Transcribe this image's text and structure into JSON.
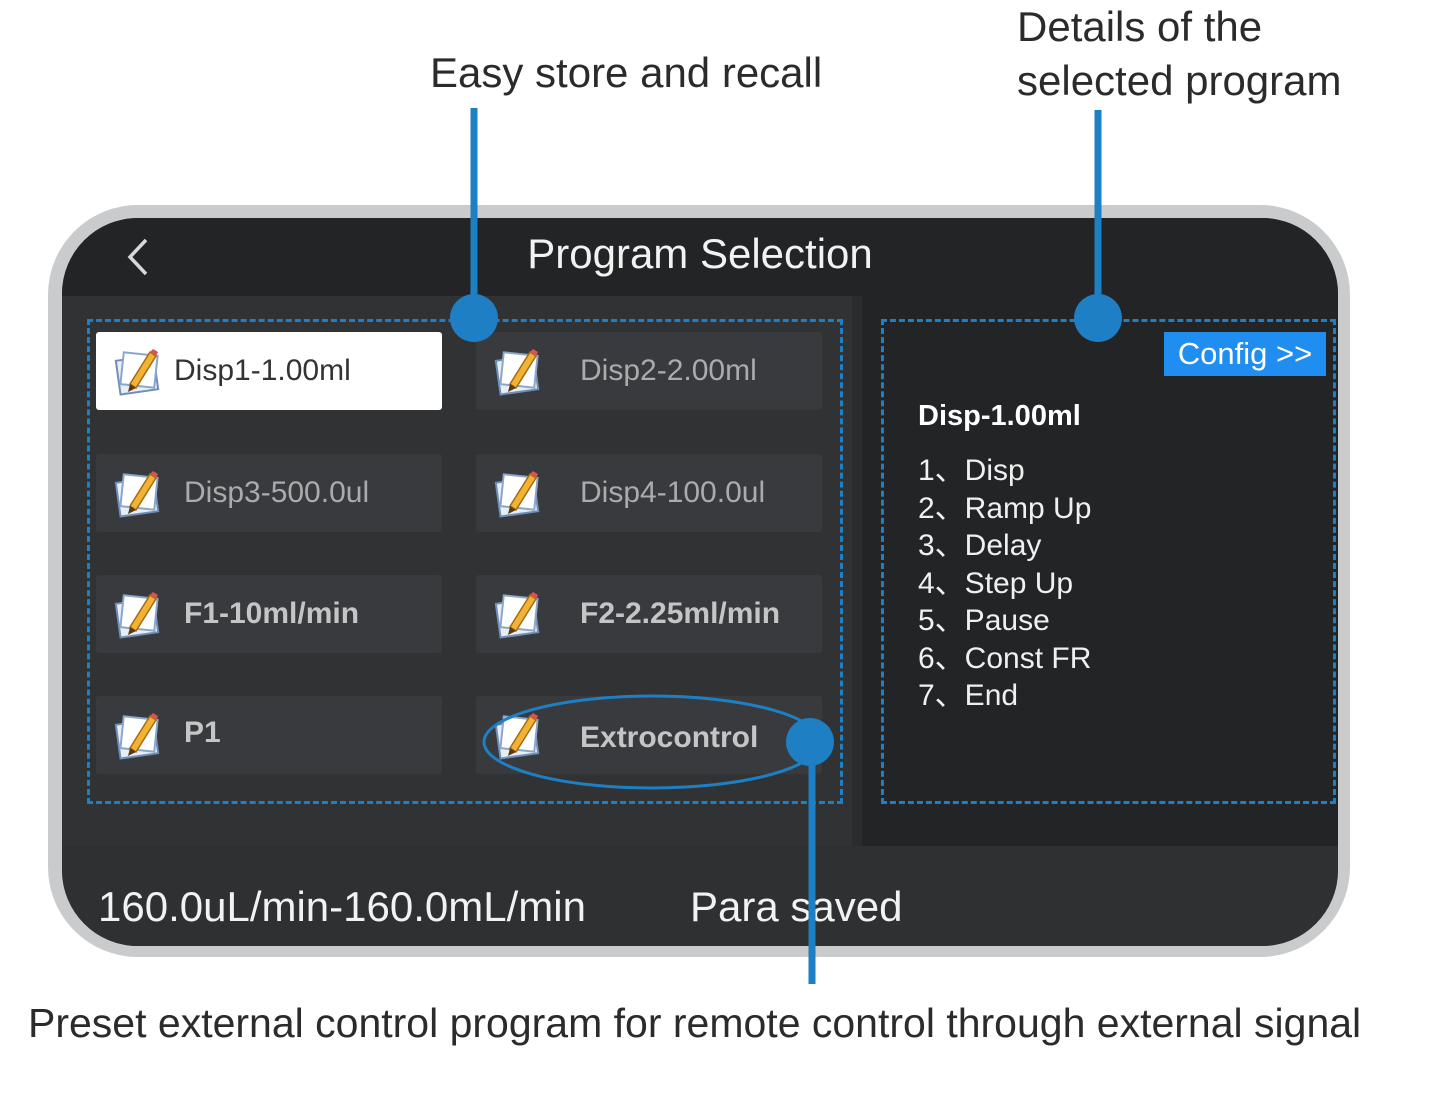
{
  "callouts": {
    "store_recall": "Easy store and recall",
    "details_line1": "Details of the",
    "details_line2": "selected program",
    "preset_external": "Preset external control program for remote control through external signal"
  },
  "screen": {
    "title": "Program Selection",
    "back_icon": "chevron-left-icon",
    "programs": [
      {
        "label": "Disp1-1.00ml",
        "selected": true
      },
      {
        "label": "Disp2-2.00ml",
        "selected": false
      },
      {
        "label": "Disp3-500.0ul",
        "selected": false
      },
      {
        "label": "Disp4-100.0ul",
        "selected": false
      },
      {
        "label": "F1-10ml/min",
        "selected": false
      },
      {
        "label": "F2-2.25ml/min",
        "selected": false
      },
      {
        "label": "P1",
        "selected": false
      },
      {
        "label": "Extrocontrol",
        "selected": false
      }
    ],
    "config_label": "Config >>",
    "detail": {
      "name": "Disp-1.00ml",
      "steps": [
        "1、Disp",
        "2、Ramp Up",
        "3、Delay",
        "4、Step Up",
        "5、Pause",
        "6、Const FR",
        "7、End"
      ]
    },
    "status_range": "160.0uL/min-160.0mL/min",
    "status_message": "Para saved"
  },
  "colors": {
    "callout_blue": "#1e7fc4",
    "config_blue": "#1f8ef0",
    "screen_bg": "#2a2c2e"
  }
}
